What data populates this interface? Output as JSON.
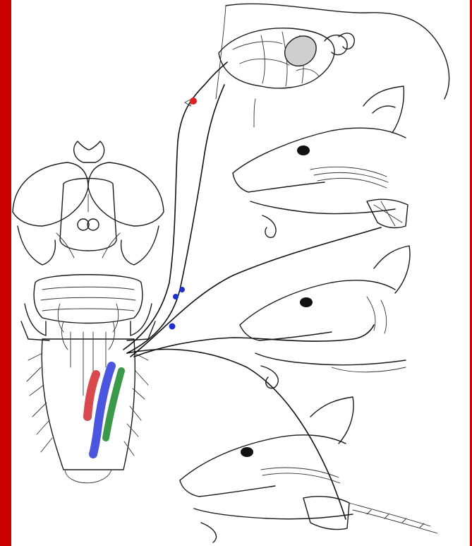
{
  "colors": {
    "frame": "#cc0000",
    "panel": "#ffffff",
    "ink": "#1a1a1a",
    "tract_red": "#d9484c",
    "tract_blue": "#4a56e0",
    "tract_green": "#3a9a4a",
    "node_red": "#e02020",
    "node_blue": "#2030d0"
  },
  "figure": {
    "subject": "brainstem-with-cranial-nerve-pathways-to-dog-head-and-viscera",
    "colored_tracts": [
      "red",
      "blue",
      "green"
    ],
    "ganglion_markers": [
      "red",
      "blue",
      "blue",
      "blue"
    ]
  }
}
